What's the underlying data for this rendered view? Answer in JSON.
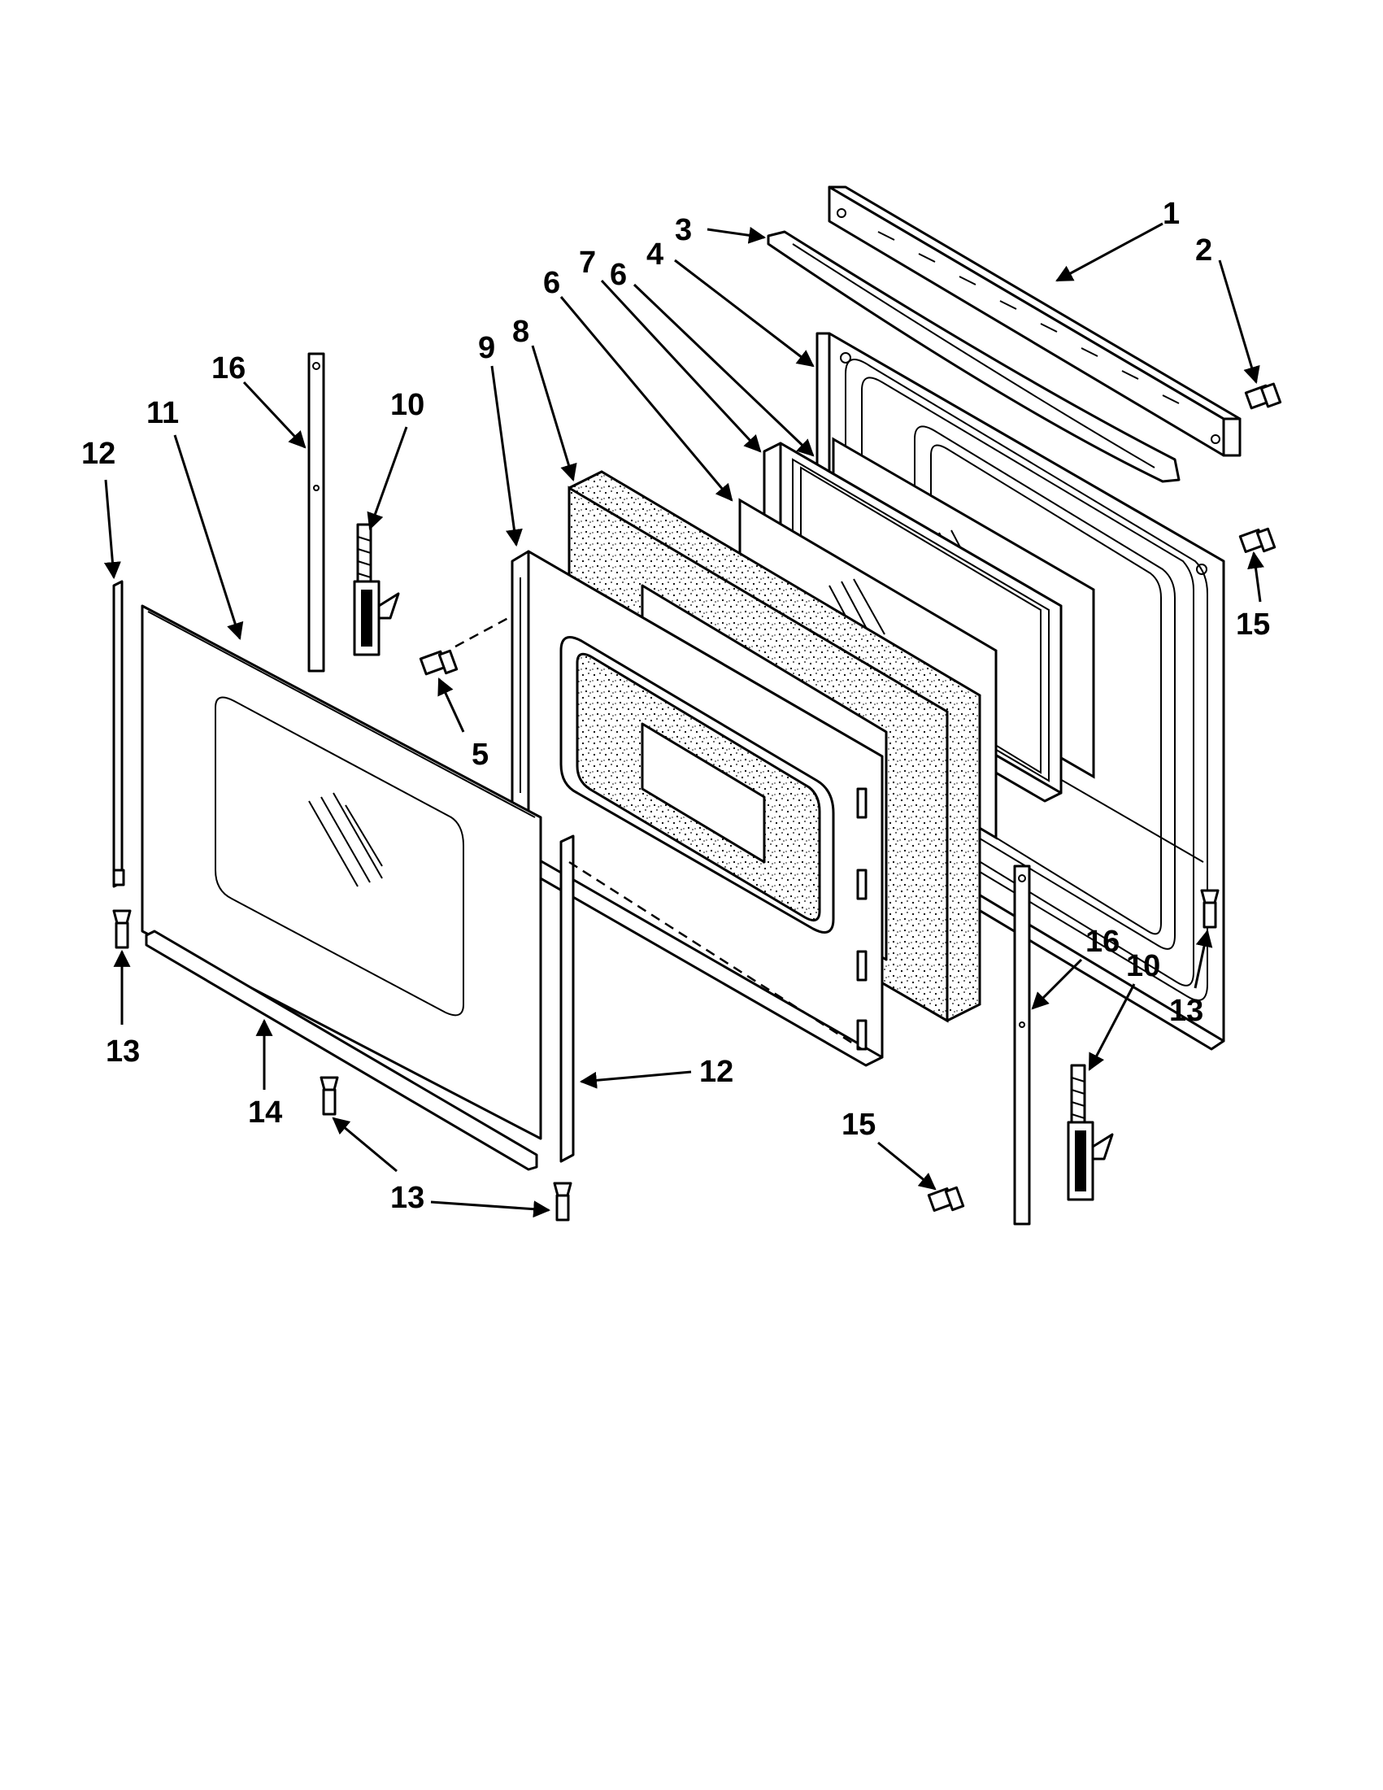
{
  "diagram": {
    "callouts": [
      {
        "id": "c1",
        "label": "1"
      },
      {
        "id": "c2",
        "label": "2"
      },
      {
        "id": "c3",
        "label": "3"
      },
      {
        "id": "c4",
        "label": "4"
      },
      {
        "id": "c5",
        "label": "5"
      },
      {
        "id": "c6a",
        "label": "6"
      },
      {
        "id": "c6b",
        "label": "6"
      },
      {
        "id": "c7",
        "label": "7"
      },
      {
        "id": "c8",
        "label": "8"
      },
      {
        "id": "c9",
        "label": "9"
      },
      {
        "id": "c10a",
        "label": "10"
      },
      {
        "id": "c10b",
        "label": "10"
      },
      {
        "id": "c11",
        "label": "11"
      },
      {
        "id": "c12a",
        "label": "12"
      },
      {
        "id": "c12b",
        "label": "12"
      },
      {
        "id": "c13a",
        "label": "13"
      },
      {
        "id": "c13b",
        "label": "13"
      },
      {
        "id": "c13c",
        "label": "13"
      },
      {
        "id": "c14",
        "label": "14"
      },
      {
        "id": "c15a",
        "label": "15"
      },
      {
        "id": "c15b",
        "label": "15"
      },
      {
        "id": "c16a",
        "label": "16"
      },
      {
        "id": "c16b",
        "label": "16"
      }
    ]
  }
}
